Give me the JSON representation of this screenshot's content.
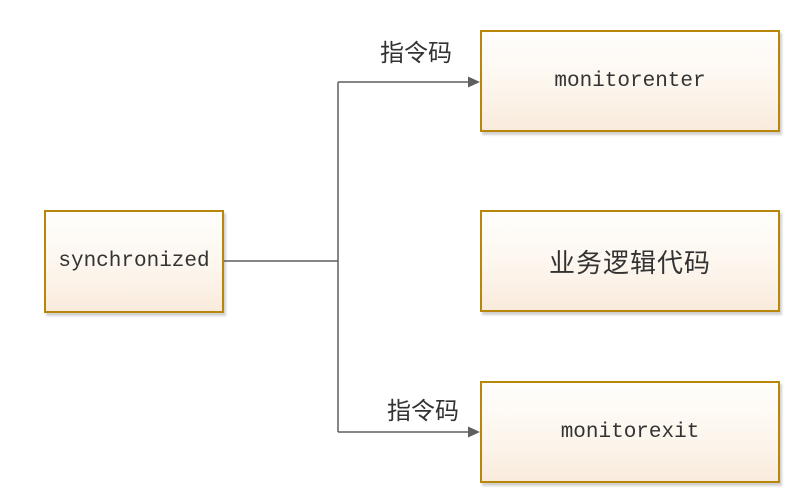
{
  "diagram": {
    "nodes": {
      "synchronized": {
        "label": "synchronized"
      },
      "monitorenter": {
        "label": "monitorenter"
      },
      "business_logic": {
        "label": "业务逻辑代码"
      },
      "monitorexit": {
        "label": "monitorexit"
      }
    },
    "edges": {
      "enter_label": "指令码",
      "exit_label": "指令码"
    },
    "colors": {
      "node_border": "#b8860b",
      "node_fill_top": "#fffefc",
      "node_fill_bottom": "#f9ebdc",
      "connector": "#5f5f5f",
      "text": "#333333",
      "canvas_background": "#ffffff"
    }
  }
}
